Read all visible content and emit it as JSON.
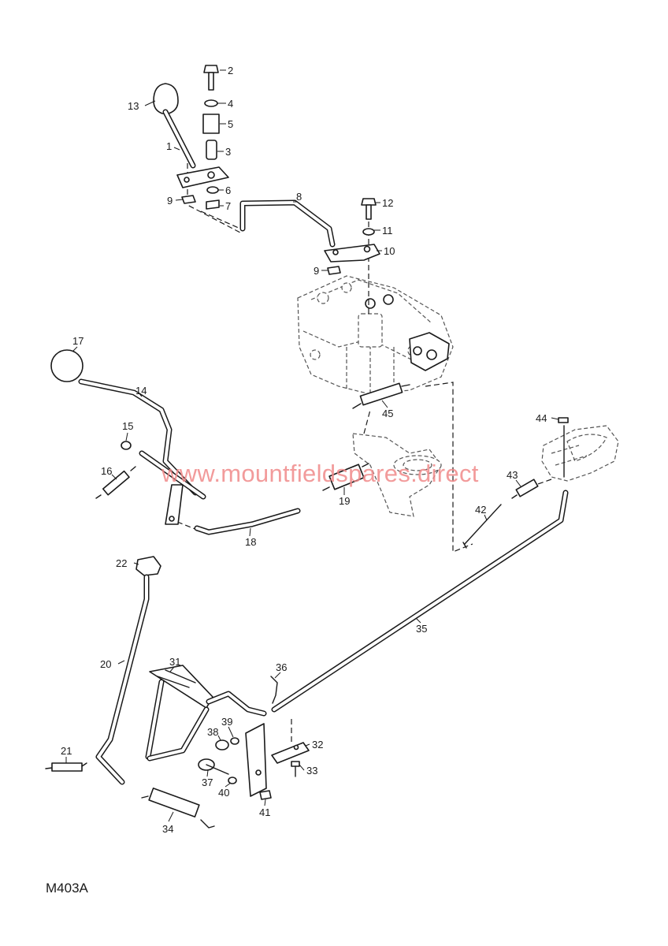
{
  "diagram": {
    "code": "M403A",
    "watermark": "www.mountfieldspares.direct",
    "callouts": [
      "1",
      "2",
      "3",
      "4",
      "5",
      "6",
      "7",
      "8",
      "9",
      "9",
      "10",
      "11",
      "12",
      "13",
      "14",
      "15",
      "16",
      "17",
      "18",
      "19",
      "20",
      "21",
      "22",
      "31",
      "32",
      "33",
      "34",
      "35",
      "36",
      "37",
      "38",
      "39",
      "40",
      "41",
      "42",
      "43",
      "44",
      "45"
    ]
  }
}
